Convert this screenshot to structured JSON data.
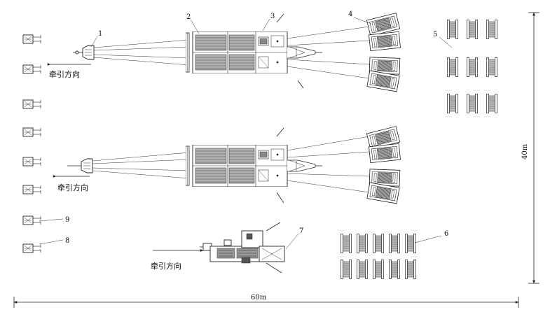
{
  "labels": {
    "callout_1": "1",
    "callout_2": "2",
    "callout_3": "3",
    "callout_4": "4",
    "callout_5": "5",
    "callout_6": "6",
    "callout_7": "7",
    "callout_8": "8",
    "callout_9": "9",
    "direction_top": "牵引方向",
    "direction_mid": "牵引方向",
    "direction_bottom": "牵引方向",
    "width_dimension": "60m",
    "height_dimension": "40m"
  }
}
